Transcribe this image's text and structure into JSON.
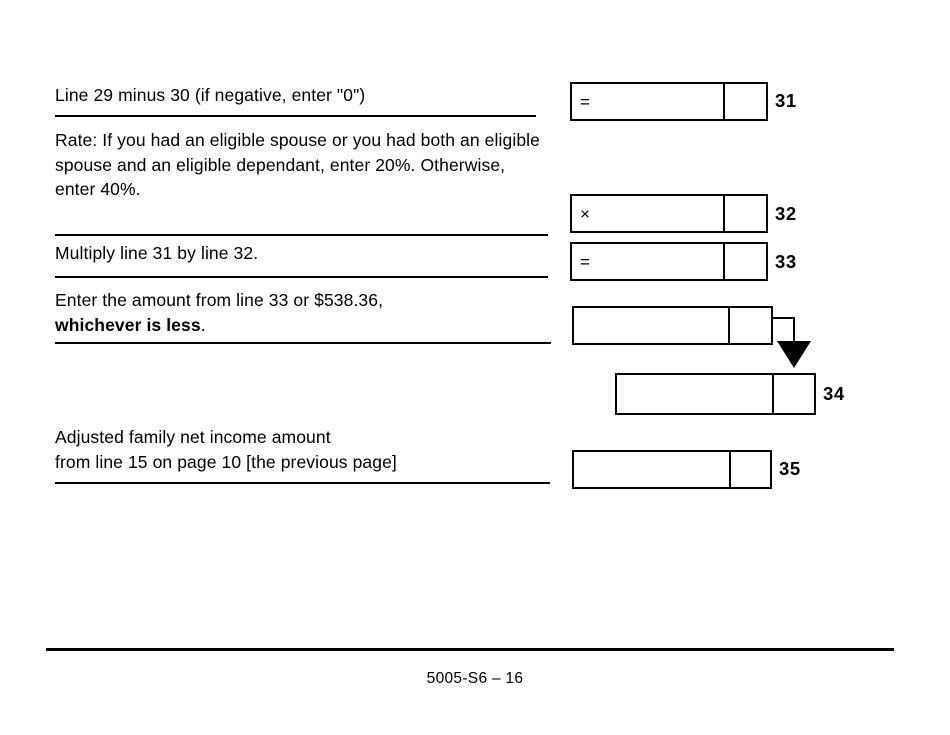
{
  "document": {
    "footer_label": "5005-S6 – 16"
  },
  "rows": [
    {
      "id": "line-31",
      "text": "Line 29 minus 30 (if negative, enter \"0\")",
      "operator": "=",
      "line_number": "31"
    },
    {
      "id": "line-32",
      "text": "Rate: If you had an eligible spouse or you had both an eligible spouse and an eligible dependant, enter 20%. Otherwise, enter 40%.",
      "operator": "×",
      "line_number": "32"
    },
    {
      "id": "line-33",
      "text": "Multiply line 31 by line 32.",
      "operator": "=",
      "line_number": "33"
    },
    {
      "id": "line-34",
      "text_part1": "Enter the amount from line 33 or $538.36,",
      "text_bold": "whichever is less",
      "text_part3": ".",
      "operator": "",
      "line_number": "34"
    },
    {
      "id": "line-35",
      "text": "Adjusted family net income amount\nfrom line 15 on page 10 [the previous page]",
      "operator": "",
      "line_number": "35"
    }
  ],
  "colors": {
    "ink": "#000000",
    "paper": "#ffffff"
  }
}
